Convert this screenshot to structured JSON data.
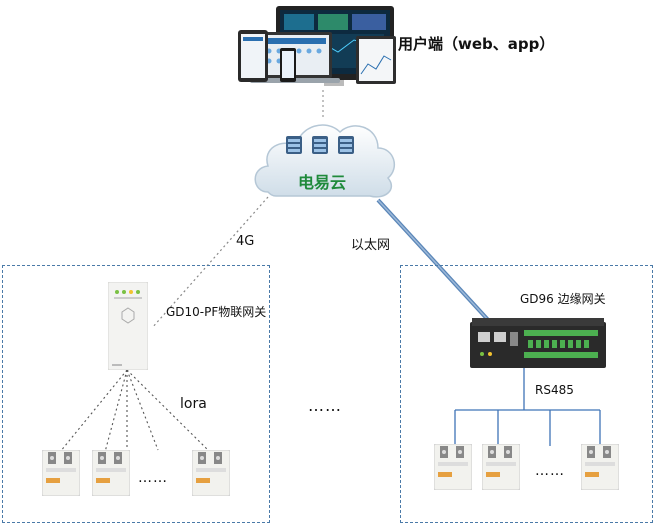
{
  "user_end": {
    "label": "用户端（web、app）"
  },
  "cloud": {
    "label": "电易云"
  },
  "links": {
    "left_link": "4G",
    "right_link": "以太网"
  },
  "left_zone": {
    "gateway_label": "GD10-PF物联网关",
    "wireless_label": "lora",
    "device_ellipsis": "……"
  },
  "middle": {
    "ellipsis": "……"
  },
  "right_zone": {
    "gateway_label": "GD96 边缘网关",
    "bus_label": "RS485",
    "device_ellipsis": "……"
  },
  "colors": {
    "zone_border": "#4a7aa8",
    "cloud_text": "#1f8a3b",
    "ethernet_line": "#5a86b8",
    "bus_line": "#3f74b6"
  }
}
